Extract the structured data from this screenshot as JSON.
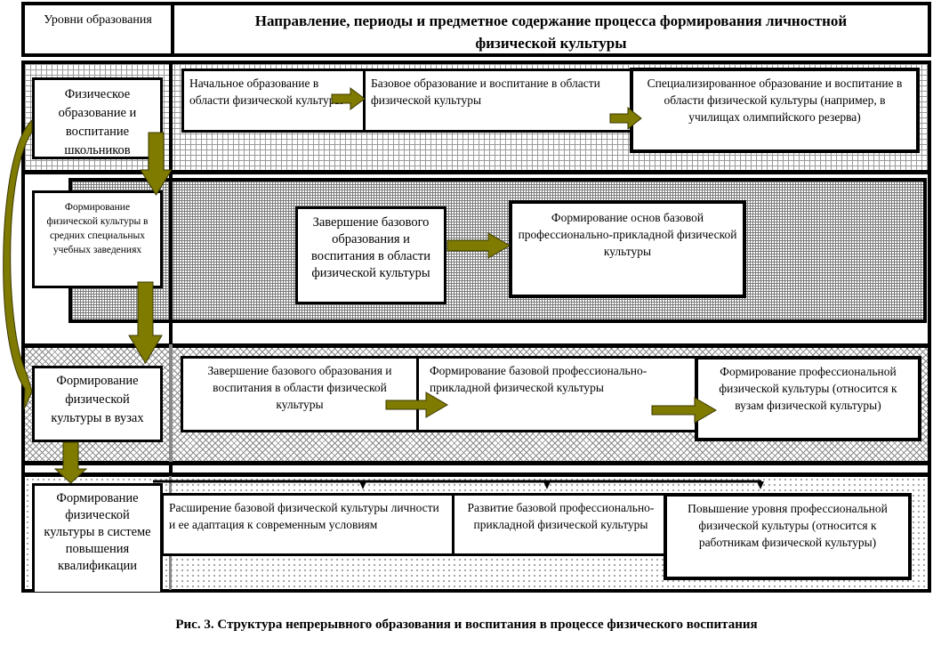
{
  "header": {
    "levels_label": "Уровни образования",
    "title_line1": "Направление, периоды и предметное содержание процесса формирования личностной",
    "title_line2": "физической  культуры"
  },
  "rows": [
    {
      "level": "Физическое образование и воспитание школьников",
      "stages": [
        "Начальное  образование в области физической культуры",
        "Базовое  образование и воспитание в области физической культуры",
        "Специализированное   образование и воспитание в области физической культуры (например, в училищах  олимпийского резерва)"
      ]
    },
    {
      "level": "Формирование физической культуры в средних специальных учебных заведениях",
      "stages": [
        "Завершение базового образования и воспитания в области физической культуры",
        "Формирование основ базовой профессионально-прикладной физической  культуры"
      ]
    },
    {
      "level": "Формирование физической культуры в вузах",
      "stages": [
        "Завершение базового образования и воспитания в области физической культуры",
        "Формирование базовой профессионально-прикладной    физической  культуры",
        "Формирование профессиональной   физической культуры (относится к вузам физической культуры)"
      ]
    },
    {
      "level": "Формирование физической культуры в системе повышения квалификации",
      "stages": [
        "Расширение базовой физической культуры личности и ее адаптация к современным условиям",
        "Развитие базовой профессионально-прикладной физической  культуры",
        "Повышение уровня профессиональной   физической культуры (относится к работникам физической культуры)"
      ]
    }
  ],
  "caption": "Рис.  3. Структура непрерывного образования и воспитания в процессе физического воспитания",
  "colors": {
    "arrow_fill": "#7f7a00",
    "arrow_stroke": "#3a3800",
    "border": "#000000"
  }
}
